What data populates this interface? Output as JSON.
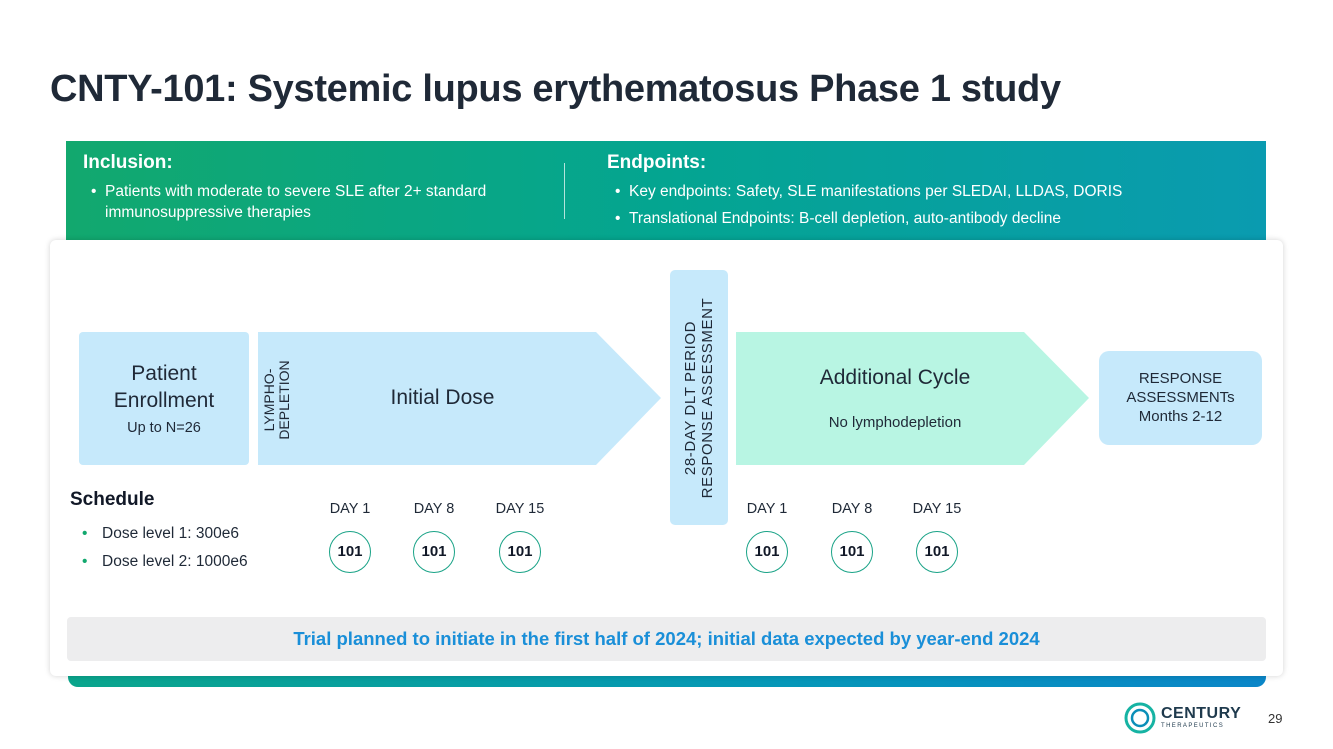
{
  "title": "CNTY-101: Systemic lupus erythematosus Phase 1 study",
  "inclusion": {
    "heading": "Inclusion:",
    "bullets": [
      "Patients with moderate to severe SLE after 2+ standard immunosuppressive therapies"
    ]
  },
  "endpoints": {
    "heading": "Endpoints:",
    "bullets": [
      "Key endpoints: Safety, SLE manifestations per SLEDAI, LLDAS, DORIS",
      "Translational Endpoints: B-cell depletion, auto-antibody decline"
    ]
  },
  "flow": {
    "enrollment": {
      "line1": "Patient",
      "line2": "Enrollment",
      "sub": "Up to N=26"
    },
    "lymphodepletion": {
      "line1": "LYMPHO-",
      "line2": "DEPLETION"
    },
    "initial_dose": "Initial Dose",
    "dlt": {
      "line1": "28-DAY DLT PERIOD",
      "line2": "RESPONSE ASSESSMENT"
    },
    "additional_cycle": {
      "title": "Additional Cycle",
      "sub": "No lymphodepletion"
    },
    "response": {
      "line1": "RESPONSE",
      "line2": "ASSESSMENTs",
      "line3": "Months 2-12"
    }
  },
  "schedule": {
    "heading": "Schedule",
    "items": [
      "Dose level 1: 300e6",
      "Dose level 2: 1000e6"
    ]
  },
  "cycles": [
    {
      "days": [
        {
          "label": "DAY 1",
          "dose": "101"
        },
        {
          "label": "DAY 8",
          "dose": "101"
        },
        {
          "label": "DAY 15",
          "dose": "101"
        }
      ]
    },
    {
      "days": [
        {
          "label": "DAY 1",
          "dose": "101"
        },
        {
          "label": "DAY 8",
          "dose": "101"
        },
        {
          "label": "DAY 15",
          "dose": "101"
        }
      ]
    }
  ],
  "footer": "Trial planned to initiate in the first half of 2024; initial data expected by year-end 2024",
  "logo": {
    "name": "CENTURY",
    "sub": "THERAPEUTICS"
  },
  "page_number": "29",
  "colors": {
    "banner_start": "#12a86e",
    "banner_end": "#0a9bb0",
    "light_blue": "#c6e9fb",
    "mint": "#b8f5e3",
    "accent_blue": "#1a8fd8",
    "circle_green": "#1aa387"
  }
}
